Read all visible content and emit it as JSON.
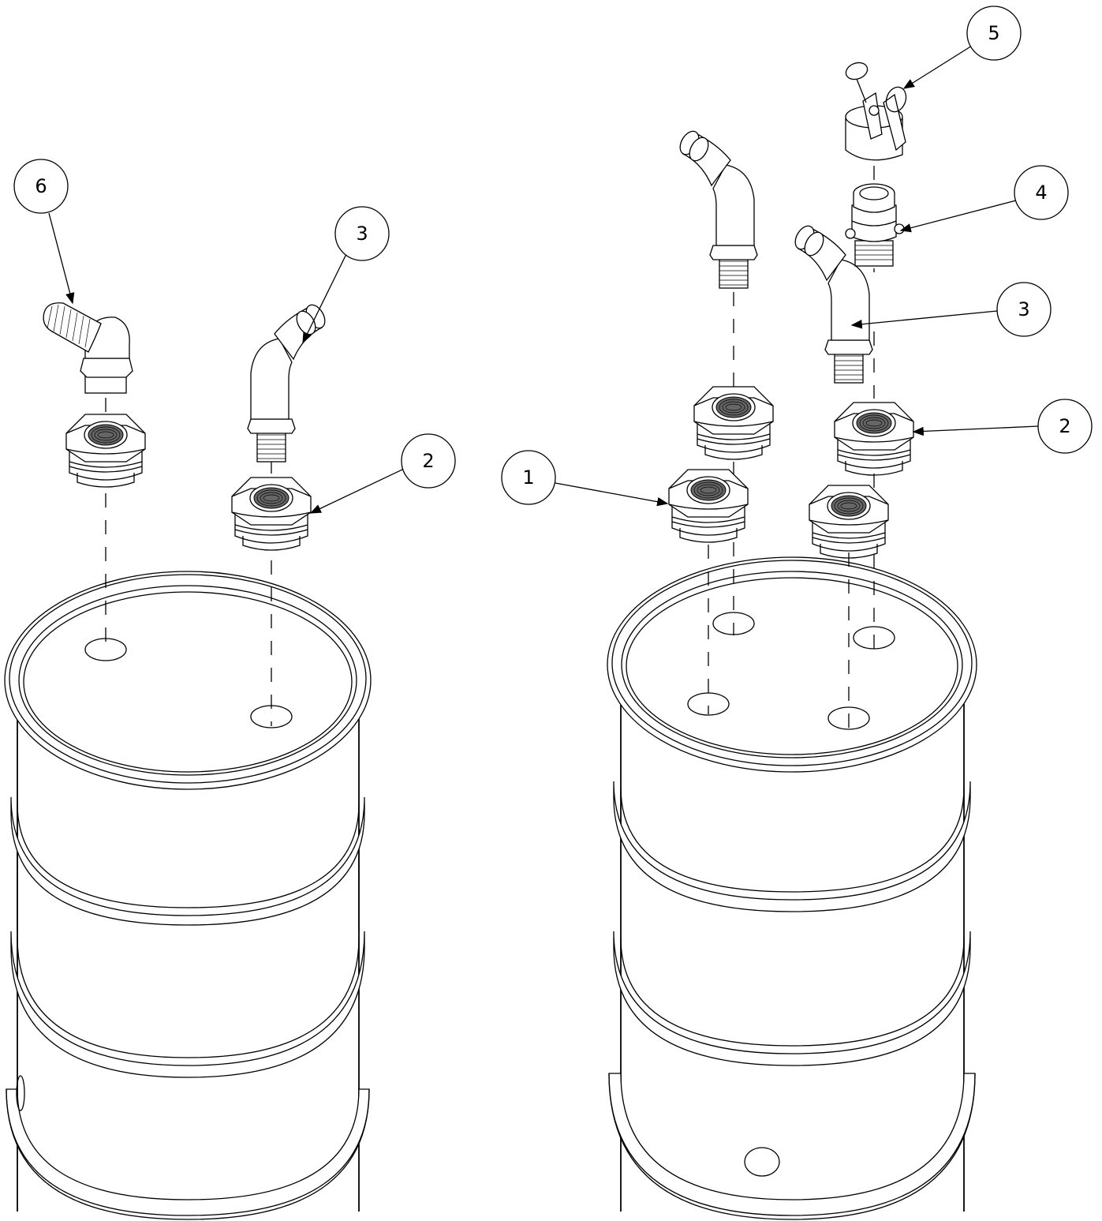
{
  "callouts": {
    "c6": "6",
    "c3_left": "3",
    "c2_left": "2",
    "c1": "1",
    "c5": "5",
    "c4": "4",
    "c3_right": "3",
    "c2_right": "2"
  },
  "icons": {
    "drum_left": "steel-drum-icon",
    "drum_right": "steel-drum-icon",
    "bulkhead": "bulkhead-fitting-icon",
    "elbow": "elbow-fitting-icon",
    "coupler": "cam-coupler-icon",
    "cap": "dust-cap-icon"
  },
  "colors": {
    "line": "#000000",
    "background": "#ffffff"
  }
}
